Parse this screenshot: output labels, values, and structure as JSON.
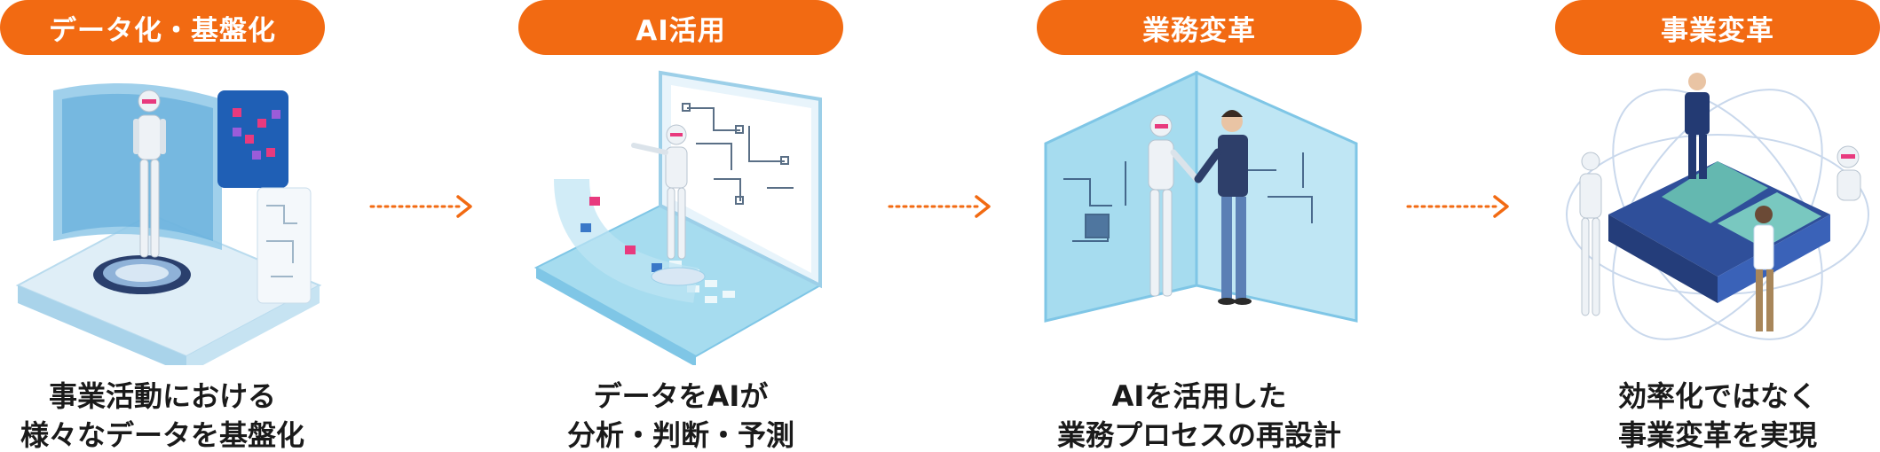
{
  "colors": {
    "accent": "#f26a12",
    "illustration_blue": "#7fc6e6",
    "robot_pink": "#e83a7e"
  },
  "steps": [
    {
      "label": "データ化・基盤化",
      "caption_line1": "事業活動における",
      "caption_line2": "様々なデータを基盤化",
      "icon": "robot-platform-icon"
    },
    {
      "label": "AI活用",
      "caption_line1": "データをAIが",
      "caption_line2": "分析・判断・予測",
      "icon": "robot-laptop-icon"
    },
    {
      "label": "業務変革",
      "caption_line1": "AIを活用した",
      "caption_line2": "業務プロセスの再設計",
      "icon": "robot-handshake-icon"
    },
    {
      "label": "事業変革",
      "caption_line1": "効率化ではなく",
      "caption_line2": "事業変革を実現",
      "icon": "puzzle-team-icon"
    }
  ],
  "arrows": [
    "dotted-arrow-icon",
    "dotted-arrow-icon",
    "dotted-arrow-icon"
  ]
}
